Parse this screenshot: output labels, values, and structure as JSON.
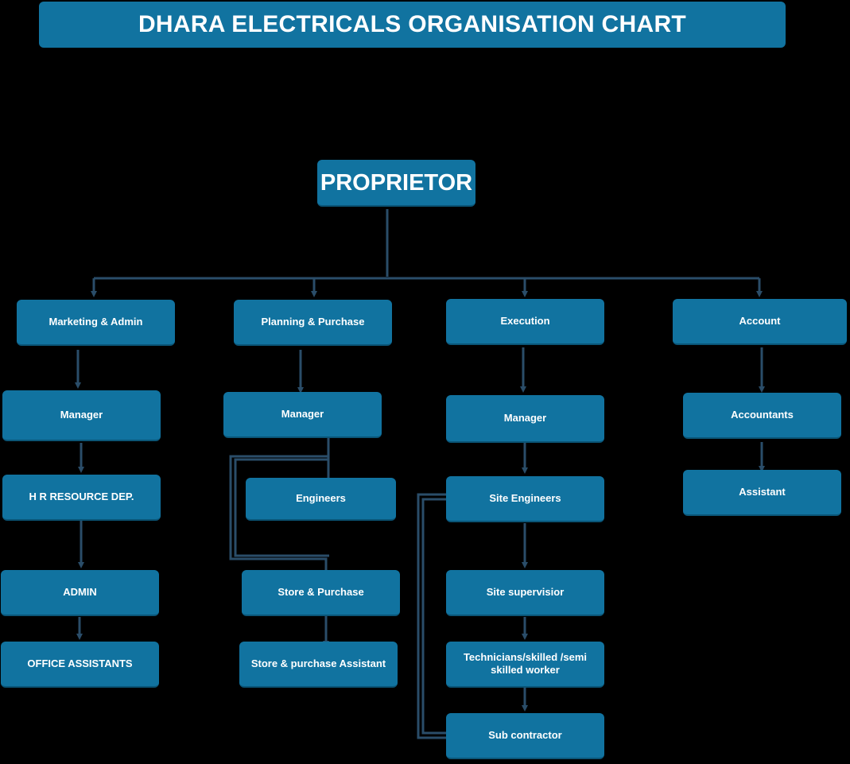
{
  "title": "DHARA ELECTRICALS ORGANISATION CHART",
  "colors": {
    "box": "#1173a0",
    "connector": "#2a4d69",
    "background": "#000000"
  },
  "root": "PROPRIETOR",
  "departments": {
    "marketing": {
      "head": "Marketing & Admin",
      "manager": "Manager",
      "hr": "H R RESOURCE DEP.",
      "admin": "ADMIN",
      "office_assistants": "OFFICE ASSISTANTS"
    },
    "planning": {
      "head": "Planning & Purchase",
      "manager": "Manager",
      "engineers": "Engineers",
      "store": "Store & Purchase",
      "store_assistant": "Store & purchase Assistant"
    },
    "execution": {
      "head": "Execution",
      "manager": "Manager",
      "site_engineers": "Site Engineers",
      "site_supervisor": "Site supervisior",
      "technicians": "Technicians/skilled /semi skilled worker",
      "sub_contractor": "Sub contractor"
    },
    "account": {
      "head": "Account",
      "accountants": "Accountants",
      "assistant": "Assistant"
    }
  }
}
